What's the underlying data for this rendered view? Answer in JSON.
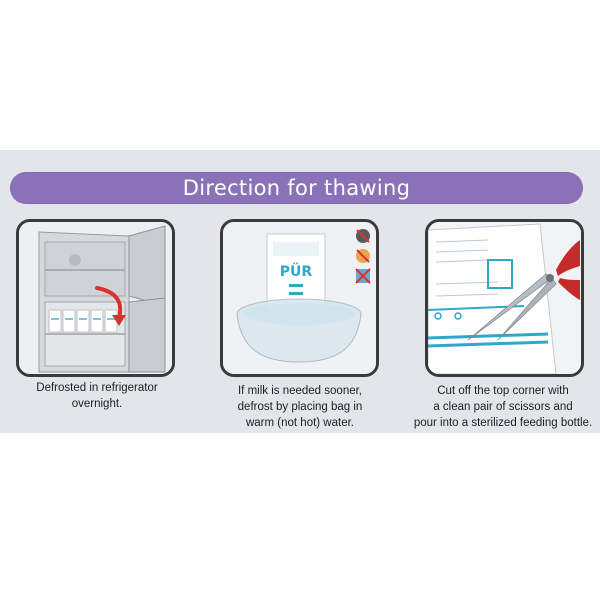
{
  "banner": {
    "title": "Direction for  thawing"
  },
  "steps": [
    {
      "lines": [
        "Defrosted in refrigerator",
        "overnight."
      ]
    },
    {
      "lines": [
        "If milk is needed sooner,",
        "defrost by placing bag in",
        "warm (not hot) water."
      ]
    },
    {
      "lines": [
        "Cut off the top corner with",
        "a clean pair of scissors and",
        "pour into a sterilized feeding bottle."
      ]
    }
  ],
  "bag": {
    "brand": "PÜR"
  },
  "colors": {
    "banner": "#8a72b9",
    "card": "#e3e4ec",
    "panel_border": "#3a3a3a",
    "arrow": "#d9322c",
    "scissors": "#c62b2b",
    "bag_blue": "#2fa7c9"
  },
  "icons": [
    "refrigerator-illustration",
    "curved-arrow-icon",
    "bowl-illustration",
    "milk-bag-illustration",
    "no-microwave-icon",
    "no-boiling-icon",
    "no-freezing-icon",
    "scissors-icon"
  ]
}
